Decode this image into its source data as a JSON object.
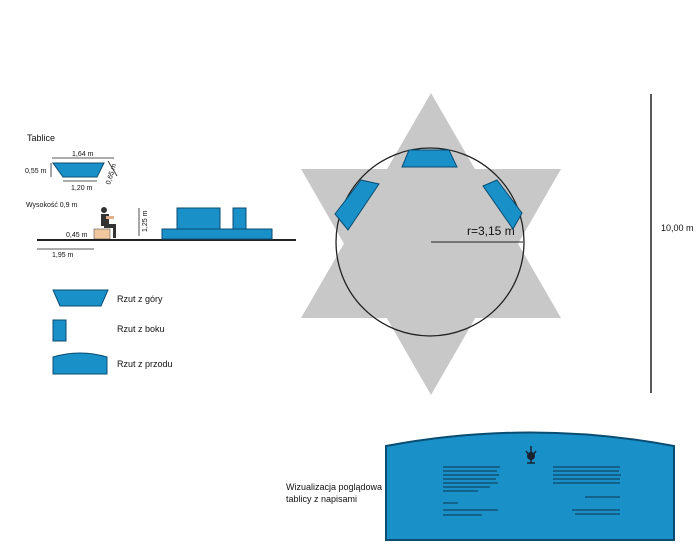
{
  "labels": {
    "tablice": "Tablice",
    "top_width": "1,64 m",
    "left_height": "0,55 m",
    "slant": "0,65 m",
    "bottom_width": "1,20  m",
    "wysokosc": "Wysokość 0,9 m",
    "height_side": "1,25 m",
    "bench_height": "0,45 m",
    "base_length": "1,95 m",
    "radius": "r=3,15 m",
    "total": "10,00 m"
  },
  "legend": [
    {
      "label": "Rzut z góry",
      "icon": "trapezoid-top-view-icon"
    },
    {
      "label": "Rzut z boku",
      "icon": "rectangle-side-view-icon"
    },
    {
      "label": "Rzut z przodu",
      "icon": "arched-front-view-icon"
    }
  ],
  "visualization": {
    "title_line1": "Wizualizacja poglądowa",
    "title_line2": "tablicy z napisami"
  },
  "colors": {
    "accent_blue": "#1a90c8",
    "dark_blue": "#0a4d72",
    "star_gray": "#c8c8c8",
    "person_skin": "#f0c8a0"
  }
}
